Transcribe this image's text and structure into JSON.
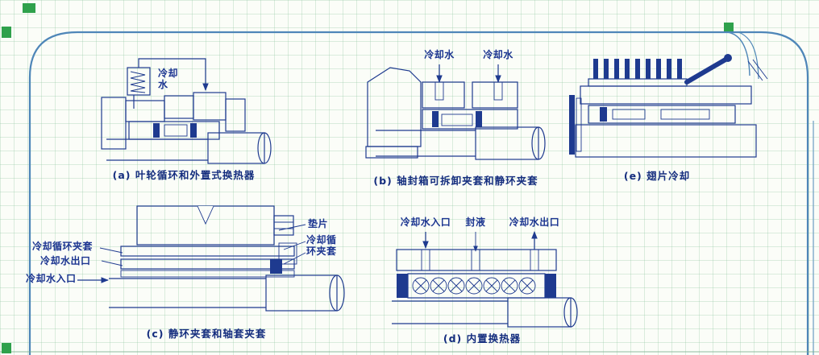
{
  "page": {
    "background": "#fbfdf8",
    "grid_color": "#cfe3d2",
    "ink_color": "#1e3a8f",
    "frame_color": "#4e86b8",
    "corner_mark_color": "#2fa14c"
  },
  "figures": {
    "a": {
      "caption": "(a) 叶轮循环和外置式换热器",
      "labels": {
        "cooling_water": "冷却水"
      }
    },
    "b": {
      "caption": "(b) 轴封箱可拆卸夹套和静环夹套",
      "labels": {
        "cooling_water_1": "冷却水",
        "cooling_water_2": "冷却水"
      }
    },
    "e": {
      "caption": "(e) 翅片冷却"
    },
    "c": {
      "caption": "(c) 静环夹套和轴套夹套",
      "labels": {
        "gasket": "垫片",
        "cooling_jacket_right": "冷却循环夹套",
        "cooling_jacket_left": "冷却循环夹套",
        "cooling_water_outlet": "冷却水出口",
        "cooling_water_inlet": "冷却水入口"
      }
    },
    "d": {
      "caption": "(d) 内置换热器",
      "labels": {
        "cooling_water_inlet": "冷却水入口",
        "seal_liquid": "封液",
        "cooling_water_outlet": "冷却水出口"
      }
    }
  }
}
